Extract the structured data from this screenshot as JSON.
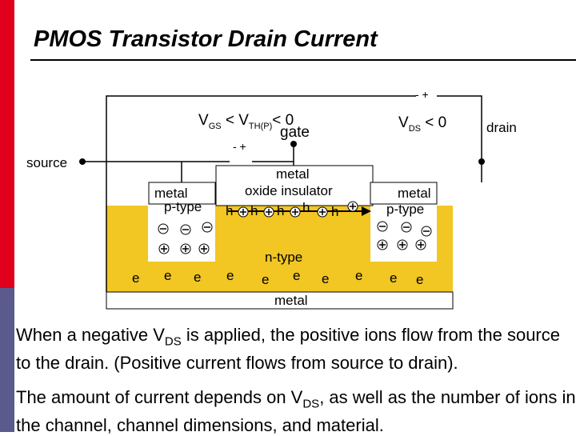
{
  "slide": {
    "title": "PMOS Transistor Drain Current",
    "paragraphs": [
      {
        "pre": "When a negative V",
        "sub": "DS",
        "post": " is applied, the positive ions flow from the source to the drain.  (Positive current flows from source to drain)."
      },
      {
        "pre": "The amount of current depends on V",
        "sub": "DS",
        "post": ", as well as the number of ions in the channel, channel dimensions, and material."
      }
    ]
  },
  "diagram": {
    "vgs": {
      "pre": "V",
      "sub1": "GS",
      "mid": " < V",
      "sub2": "TH(P)",
      "post": "< 0"
    },
    "vds": {
      "pre": "V",
      "sub": "DS",
      "post": " < 0"
    },
    "gate_label": "gate",
    "drain_label": "drain",
    "source_label": "source",
    "gate_oxide_label_1": "metal",
    "gate_oxide_label_2": "oxide insulator",
    "left_well_label_1": "metal",
    "left_well_label_2": "p-type",
    "right_well_label_1": "metal",
    "right_well_label_2": "p-type",
    "substrate_label": "n-type",
    "bottom_label": "metal",
    "battery_top": "- +",
    "battery_gate": "- +",
    "channel_holes": [
      "h",
      "h",
      "h",
      "h",
      "h"
    ],
    "electrons": [
      "e",
      "e",
      "e",
      "e",
      "e",
      "e",
      "e",
      "e",
      "e",
      "e"
    ],
    "colors": {
      "substrate": "#f2c623",
      "wire": "#000000"
    }
  }
}
